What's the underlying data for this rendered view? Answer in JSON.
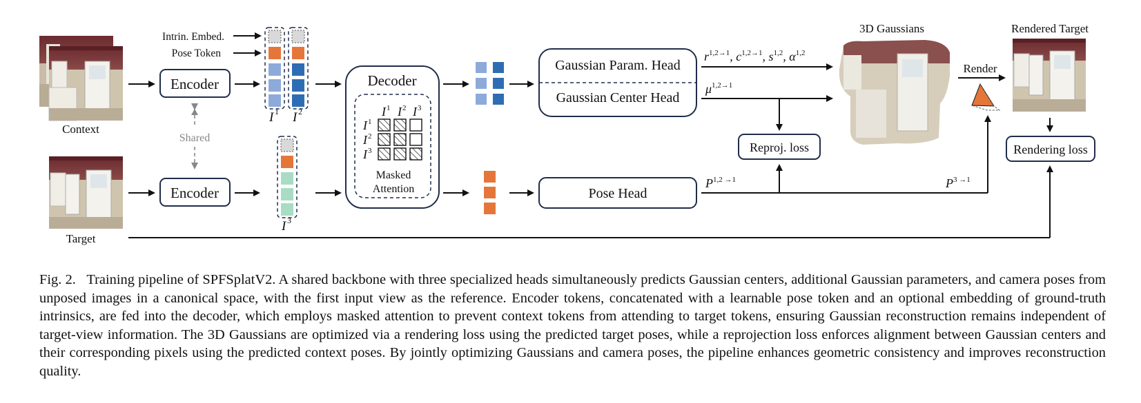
{
  "figure": {
    "context_label": "Context",
    "target_label": "Target",
    "encoder_label": "Encoder",
    "shared_label": "Shared",
    "intrinsic_label": "Intrin. Embed.",
    "pose_token_label": "Pose Token",
    "decoder_label": "Decoder",
    "masked_attention_label_1": "Masked",
    "masked_attention_label_2": "Attention",
    "gaussian_param_head": "Gaussian Param. Head",
    "gaussian_center_head": "Gaussian Center Head",
    "pose_head": "Pose Head",
    "reproj_loss": "Reproj. loss",
    "gaussians_title": "3D Gaussians",
    "render_label": "Render",
    "rendered_target_title": "Rendered Target",
    "rendering_loss": "Rendering loss",
    "colors": {
      "token_gray": "#d9d9d9",
      "token_orange": "#e5763a",
      "token_light_blue": "#8eaadb",
      "token_dark_blue": "#2e6db4",
      "token_mint": "#a9dcc5",
      "box_stroke": "#1f2d4a"
    }
  },
  "caption": {
    "fig_label": "Fig. 2.",
    "text": "Training pipeline of SPFSplatV2. A shared backbone with three specialized heads simultaneously predicts Gaussian centers, additional Gaussian parameters, and camera poses from unposed images in a canonical space, with the first input view as the reference. Encoder tokens, concatenated with a learnable pose token and an optional embedding of ground-truth intrinsics, are fed into the decoder, which employs masked attention to prevent context tokens from attending to target tokens, ensuring Gaussian reconstruction remains independent of target-view information. The 3D Gaussians are optimized via a rendering loss using the predicted target poses, while a reprojection loss enforces alignment between Gaussian centers and their corresponding pixels using the predicted context poses. By jointly optimizing Gaussians and camera poses, the pipeline enhances geometric consistency and improves reconstruction quality."
  }
}
